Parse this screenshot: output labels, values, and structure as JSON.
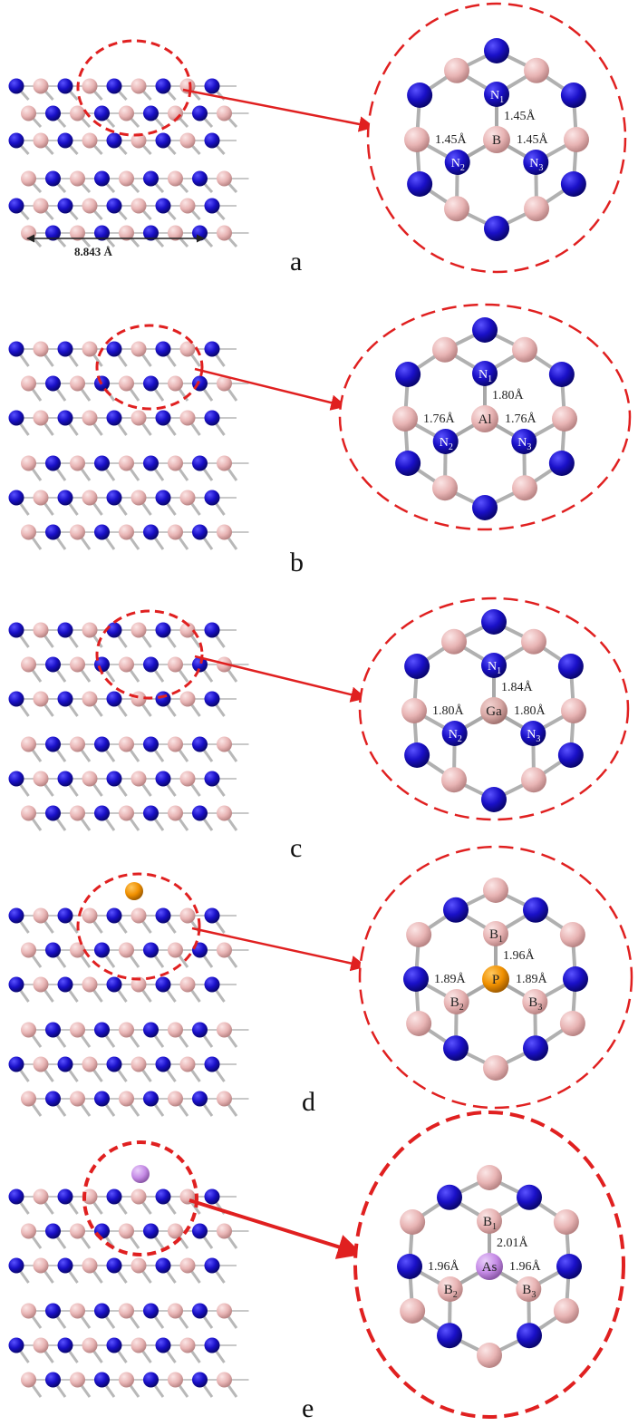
{
  "colors": {
    "nitrogen": "#1a10c8",
    "boron": "#e8b4b4",
    "aluminum": "#e8b4b4",
    "gallium": "#d9a9a6",
    "phosphorus": "#f09000",
    "arsenic": "#c58be6",
    "dash_circle": "#e02020",
    "arrow": "#e02020",
    "bond": "#b8b8b8"
  },
  "scale_label": "8.843 Å",
  "panels": [
    {
      "label": "a",
      "center": {
        "symbol": "B",
        "color_key": "boron",
        "text_dark": true
      },
      "neighbors": {
        "base": "N",
        "color_key": "nitrogen"
      },
      "bond_top": "1.45Å",
      "bond_left": "1.45Å",
      "bond_right": "1.45Å",
      "outer_top_blue": true
    },
    {
      "label": "b",
      "center": {
        "symbol": "Al",
        "color_key": "aluminum",
        "text_dark": true
      },
      "neighbors": {
        "base": "N",
        "color_key": "nitrogen"
      },
      "bond_top": "1.80Å",
      "bond_left": "1.76Å",
      "bond_right": "1.76Å",
      "outer_top_blue": false
    },
    {
      "label": "c",
      "center": {
        "symbol": "Ga",
        "color_key": "gallium",
        "text_dark": true
      },
      "neighbors": {
        "base": "N",
        "color_key": "nitrogen"
      },
      "bond_top": "1.84Å",
      "bond_left": "1.80Å",
      "bond_right": "1.80Å",
      "outer_top_blue": false
    },
    {
      "label": "d",
      "center": {
        "symbol": "P",
        "color_key": "phosphorus",
        "text_dark": true
      },
      "neighbors": {
        "base": "B",
        "color_key": "boron"
      },
      "bond_top": "1.96Å",
      "bond_left": "1.89Å",
      "bond_right": "1.89Å",
      "outer_top_blue": false
    },
    {
      "label": "e",
      "center": {
        "symbol": "As",
        "color_key": "arsenic",
        "text_dark": true
      },
      "neighbors": {
        "base": "B",
        "color_key": "boron"
      },
      "bond_top": "2.01Å",
      "bond_left": "1.96Å",
      "bond_right": "1.96Å",
      "outer_top_blue": false
    }
  ]
}
